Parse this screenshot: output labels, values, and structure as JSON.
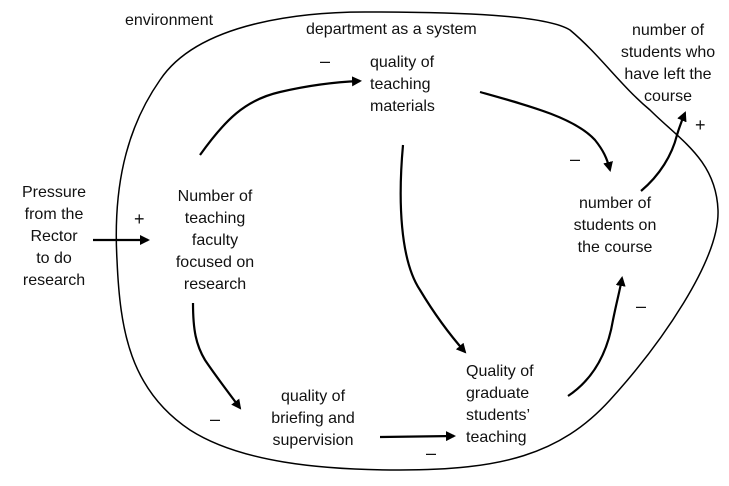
{
  "boundary_labels": {
    "environment": "environment",
    "system": "department as a system"
  },
  "nodes": {
    "pressure": [
      "Pressure",
      "from the",
      "Rector",
      "to do",
      "research"
    ],
    "faculty": [
      "Number of",
      "teaching",
      "faculty",
      "focused on",
      "research"
    ],
    "materials": [
      "quality of",
      "teaching",
      "materials"
    ],
    "briefing": [
      "quality of",
      "briefing and",
      "supervision"
    ],
    "graduate": [
      "Quality of",
      "graduate",
      "students’",
      "teaching"
    ],
    "students_on": [
      "number of",
      "students on",
      "the course"
    ],
    "students_left": [
      "number of",
      "students who",
      "have left the",
      "course"
    ]
  },
  "links": [
    {
      "from": "pressure",
      "to": "faculty",
      "sign": "+"
    },
    {
      "from": "faculty",
      "to": "materials",
      "sign": "–"
    },
    {
      "from": "materials",
      "to": "students_on",
      "sign": "–"
    },
    {
      "from": "materials",
      "to": "graduate",
      "sign": ""
    },
    {
      "from": "faculty",
      "to": "briefing",
      "sign": "–"
    },
    {
      "from": "briefing",
      "to": "graduate",
      "sign": "–"
    },
    {
      "from": "graduate",
      "to": "students_on",
      "sign": "–"
    },
    {
      "from": "students_on",
      "to": "students_left",
      "sign": "+"
    }
  ],
  "signs": {
    "pressure_faculty": "+",
    "faculty_materials": "–",
    "materials_students": "–",
    "faculty_briefing": "–",
    "briefing_graduate": "–",
    "graduate_students": "–",
    "students_left": "+"
  },
  "colors": {
    "line": "#000000",
    "text": "#111111",
    "background": "#ffffff"
  }
}
